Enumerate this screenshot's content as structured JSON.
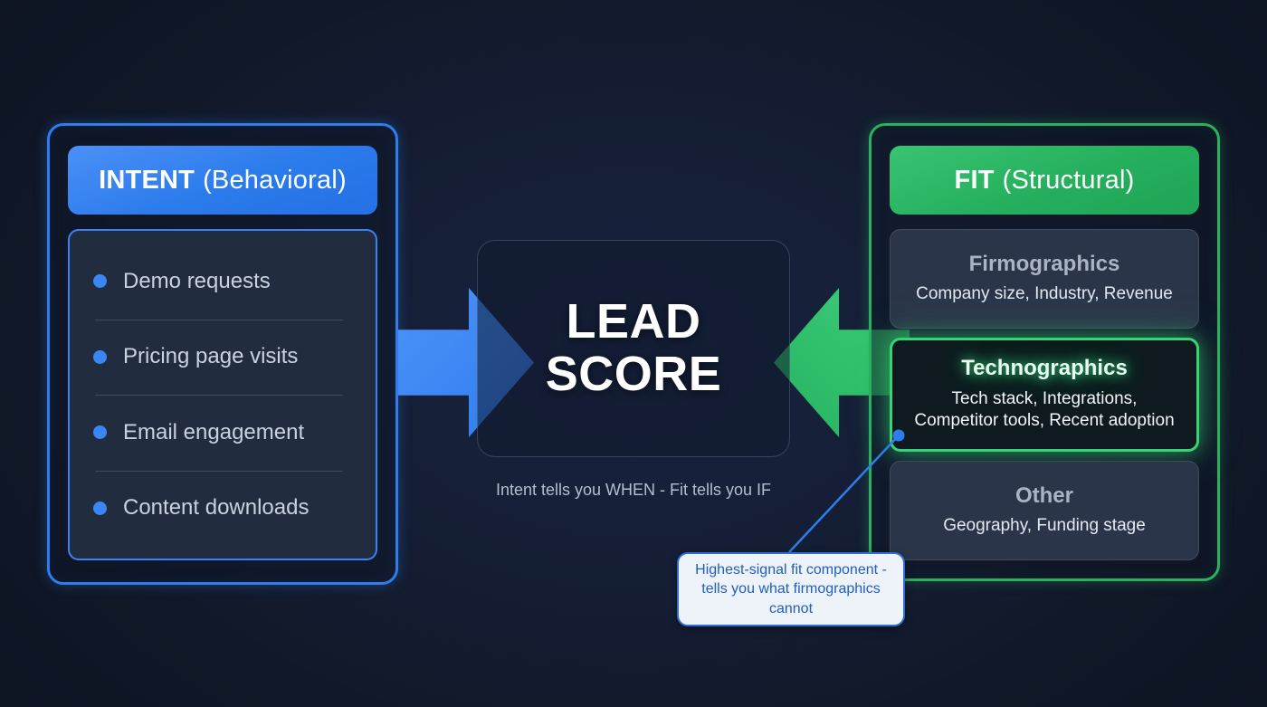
{
  "background": {
    "color": "#0d1422",
    "accent_blue": "#3b82f6",
    "accent_green": "#2ab05f"
  },
  "intent": {
    "header": {
      "strong": "INTENT",
      "light": "(Behavioral)"
    },
    "items": [
      {
        "label": "Demo requests"
      },
      {
        "label": "Pricing page visits"
      },
      {
        "label": "Email engagement"
      },
      {
        "label": "Content downloads"
      }
    ]
  },
  "center": {
    "title_line1": "LEAD",
    "title_line2": "SCORE",
    "caption": "Intent tells you WHEN - Fit tells you IF",
    "arrow_left": "arrow-right-icon",
    "arrow_right": "arrow-left-icon"
  },
  "fit": {
    "header": {
      "strong": "FIT",
      "light": "(Structural)"
    },
    "cards": [
      {
        "title": "Firmographics",
        "subtitle": "Company size, Industry, Revenue",
        "highlight": false
      },
      {
        "title": "Technographics",
        "subtitle": "Tech stack, Integrations,\nCompetitor tools, Recent adoption",
        "highlight": true
      },
      {
        "title": "Other",
        "subtitle": "Geography, Funding stage",
        "highlight": false
      }
    ]
  },
  "callout": {
    "text": "Highest-signal fit component - tells you what firmographics cannot",
    "line_color": "#2f7ded"
  }
}
